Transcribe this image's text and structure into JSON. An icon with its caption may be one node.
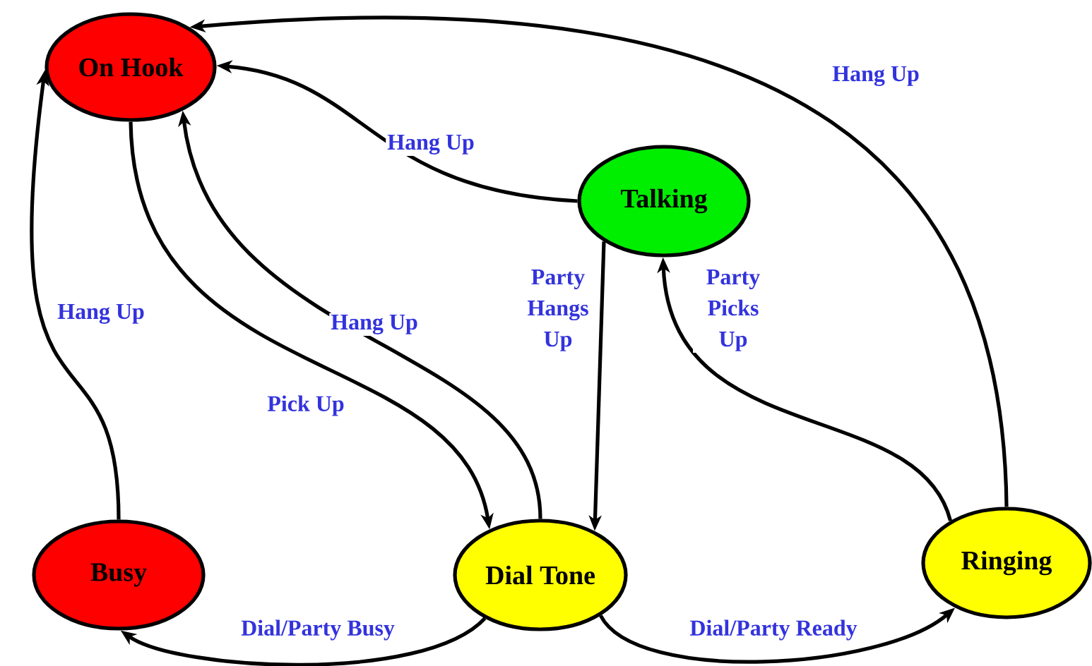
{
  "diagram": {
    "nodes": [
      {
        "text": [
          "On Hook"
        ]
      },
      {
        "text": [
          "Talking"
        ]
      },
      {
        "text": [
          "Busy"
        ]
      },
      {
        "text": [
          "Dial Tone"
        ]
      },
      {
        "text": [
          "Ringing"
        ]
      }
    ],
    "edges": [
      {
        "from": 4,
        "to": 0,
        "arrow": "to",
        "label": "Hang Up"
      },
      {
        "from": 1,
        "to": 0,
        "arrow": "to",
        "label": "Hang Up"
      },
      {
        "from": 2,
        "to": 0,
        "arrow": "to",
        "label": "Hang Up"
      },
      {
        "from": 3,
        "to": 0,
        "arrow": "to",
        "label": "Hang Up"
      },
      {
        "from": 0,
        "to": 3,
        "arrow": "to",
        "label": "Pick Up"
      },
      {
        "from": 1,
        "to": 3,
        "arrow": "to",
        "label": "Party Hangs Up"
      },
      {
        "from": 4,
        "to": 1,
        "arrow": "to",
        "label": "Party Picks Up"
      },
      {
        "from": 3,
        "to": 2,
        "arrow": "to",
        "label": "Dial/Party Busy"
      },
      {
        "from": 3,
        "to": 4,
        "arrow": "to",
        "label": "Dial/Party Ready"
      }
    ]
  }
}
